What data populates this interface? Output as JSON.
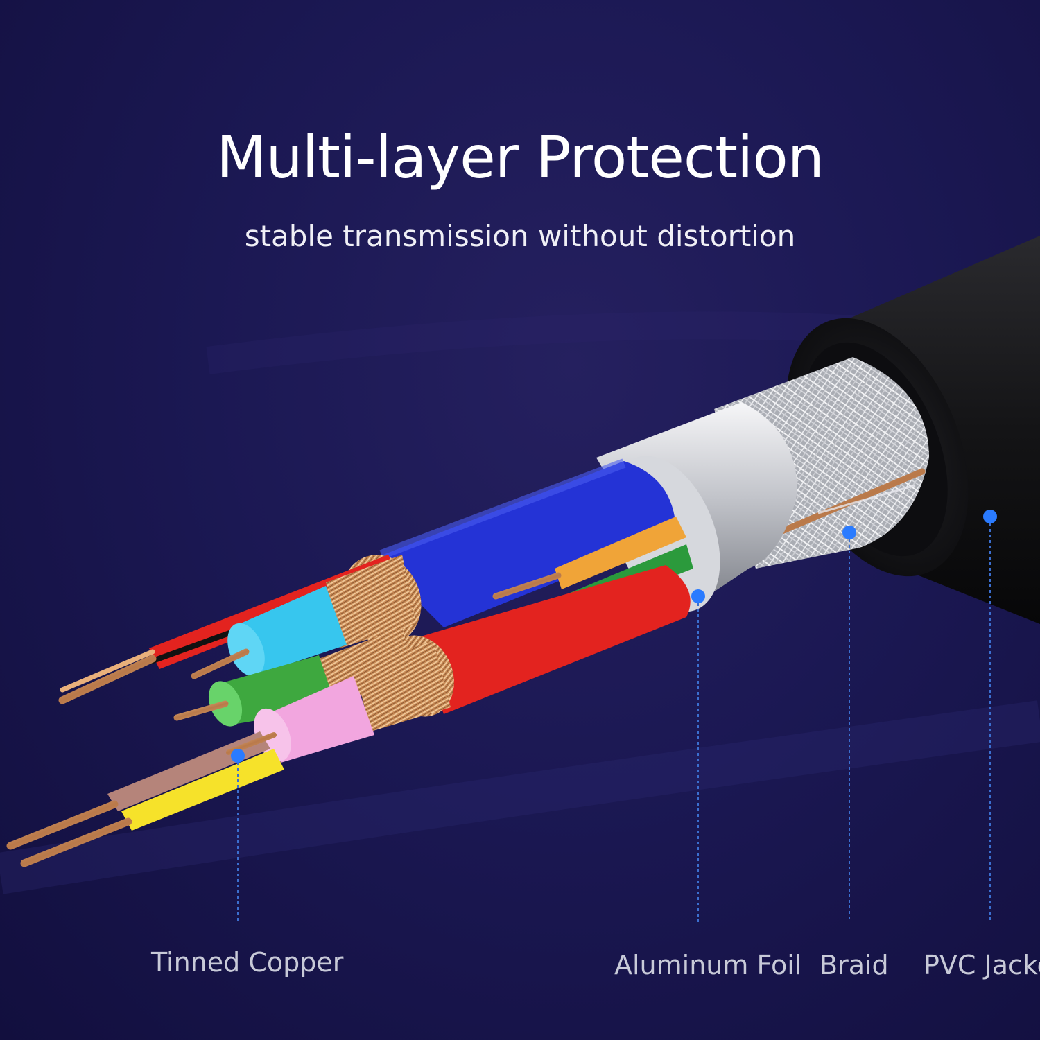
{
  "header": {
    "title": "Multi-layer Protection",
    "subtitle": "stable transmission without distortion"
  },
  "callouts": {
    "tinned_copper": "Tinned Copper",
    "aluminum_foil": "Aluminum Foil",
    "braid": "Braid",
    "pvc_jacket": "PVC Jacke"
  },
  "colors": {
    "background": "#1b1853",
    "marker": "#2a7bff",
    "jacket": "#1c1c1f",
    "foil": "#cfd1d6",
    "copper": "#c98d5a",
    "wire_blue": "#2433d6",
    "wire_red": "#e3231f",
    "wire_cyan": "#37c6ee",
    "wire_green": "#3ea83f",
    "wire_pink": "#f2a6df",
    "wire_yellow": "#f6e22a",
    "wire_orange": "#f0a438"
  }
}
